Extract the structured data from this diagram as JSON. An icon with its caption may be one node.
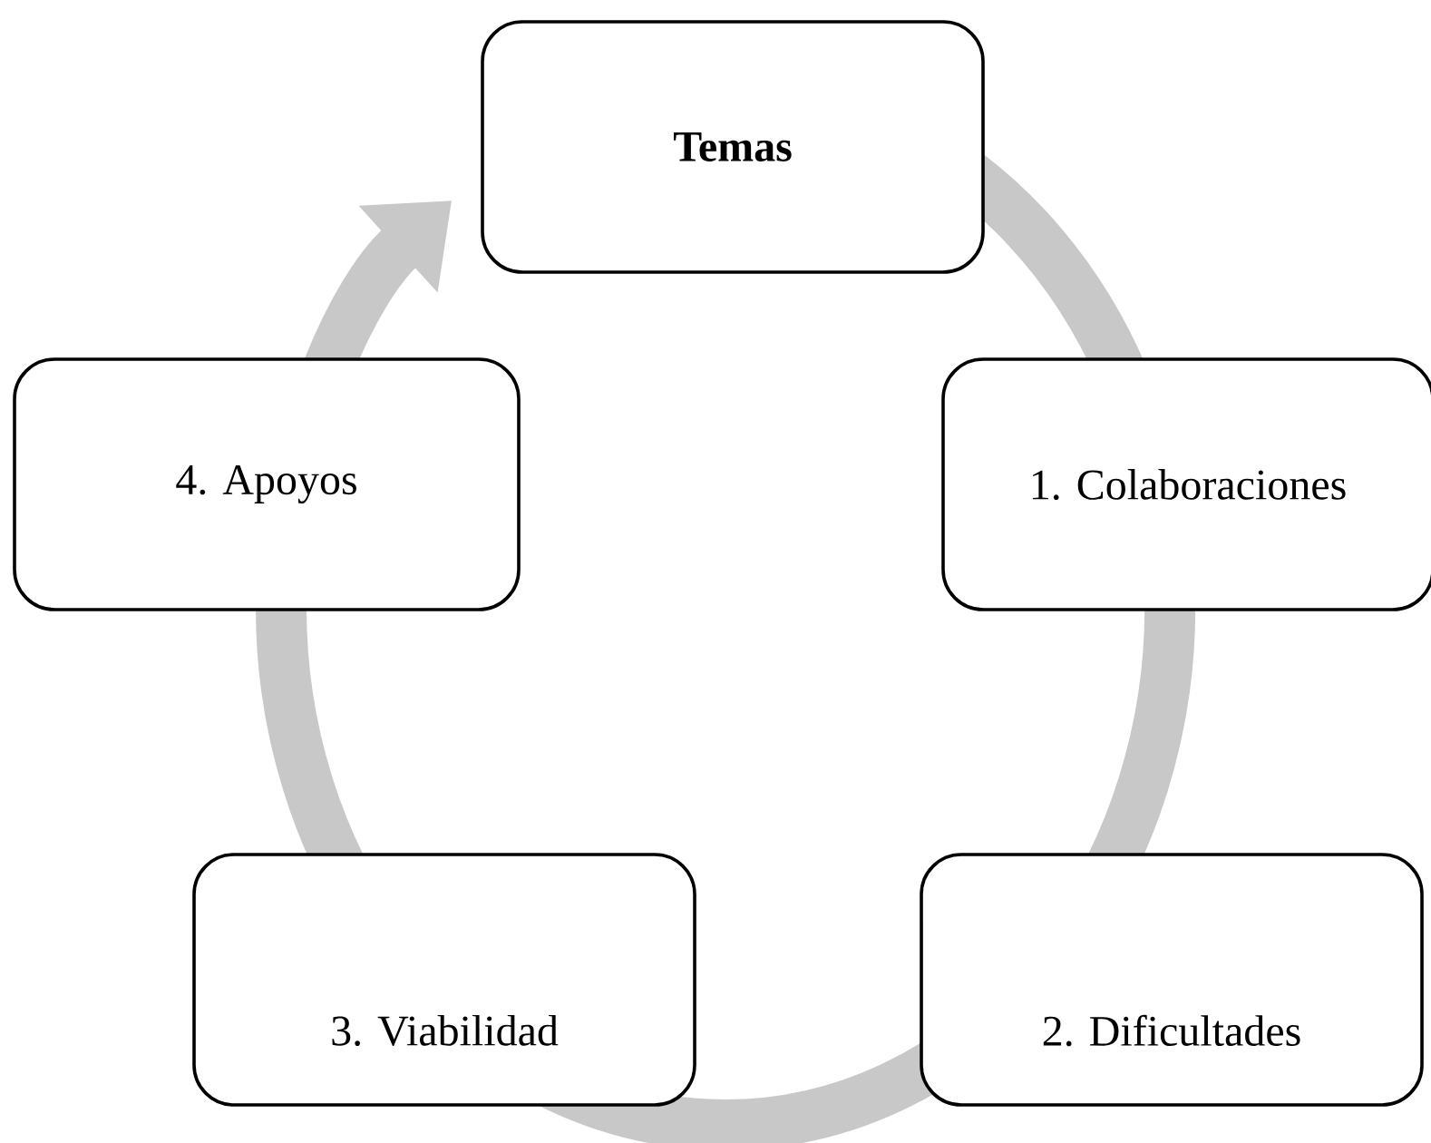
{
  "diagram": {
    "nodes": [
      {
        "text": [
          "Temas"
        ]
      },
      {
        "text": [
          "1. Colaboraciones"
        ]
      },
      {
        "text": [
          "2. Dificultades"
        ]
      },
      {
        "text": [
          "3. Viabilidad"
        ]
      },
      {
        "text": [
          "4. Apoyos"
        ]
      }
    ],
    "edges": [
      {
        "from": 0,
        "to": 1,
        "arrow": "none"
      },
      {
        "from": 1,
        "to": 2,
        "arrow": "none"
      },
      {
        "from": 2,
        "to": 3,
        "arrow": "none"
      },
      {
        "from": 3,
        "to": 4,
        "arrow": "none"
      },
      {
        "from": 4,
        "to": 0,
        "arrow": "to"
      }
    ]
  }
}
